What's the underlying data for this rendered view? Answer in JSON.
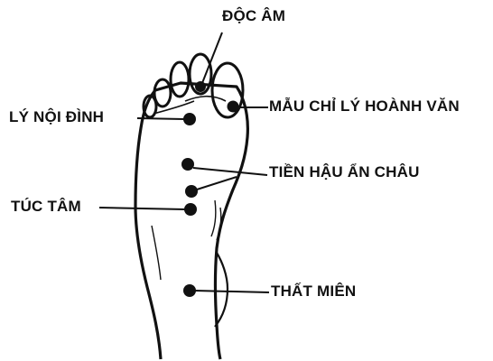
{
  "labels": {
    "doc_am": "ĐỘC ÂM",
    "ly_noi_dinh": "LÝ NỘI ĐÌNH",
    "mau_chi": "MẪU CHỈ LÝ HOÀNH VĂN",
    "tien_hau": "TIỀN HẬU  ẨN CHÂU",
    "tuc_tam": "TÚC TÂM",
    "that_mien": "THẤT MIÊN"
  },
  "colors": {
    "ink": "#111111",
    "background": "#ffffff"
  }
}
